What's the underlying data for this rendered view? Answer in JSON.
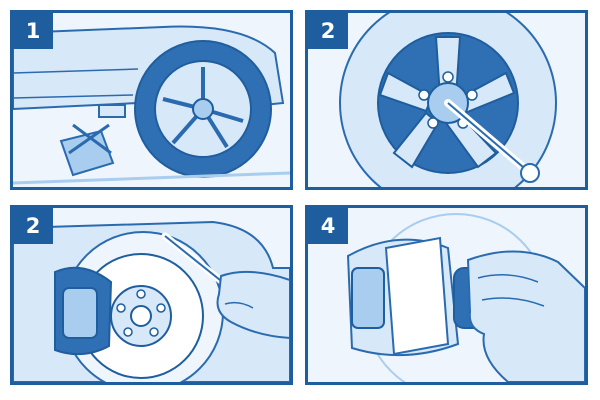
{
  "panels": [
    {
      "step_label": "1"
    },
    {
      "step_label": "2"
    },
    {
      "step_label": "2"
    },
    {
      "step_label": "4"
    }
  ],
  "colors": {
    "frame": "#1f5e9e",
    "ink": "#2a6bb0",
    "light_fill": "#d7e8f8",
    "mid_fill": "#a9cdee",
    "background": "#eef5fc"
  }
}
